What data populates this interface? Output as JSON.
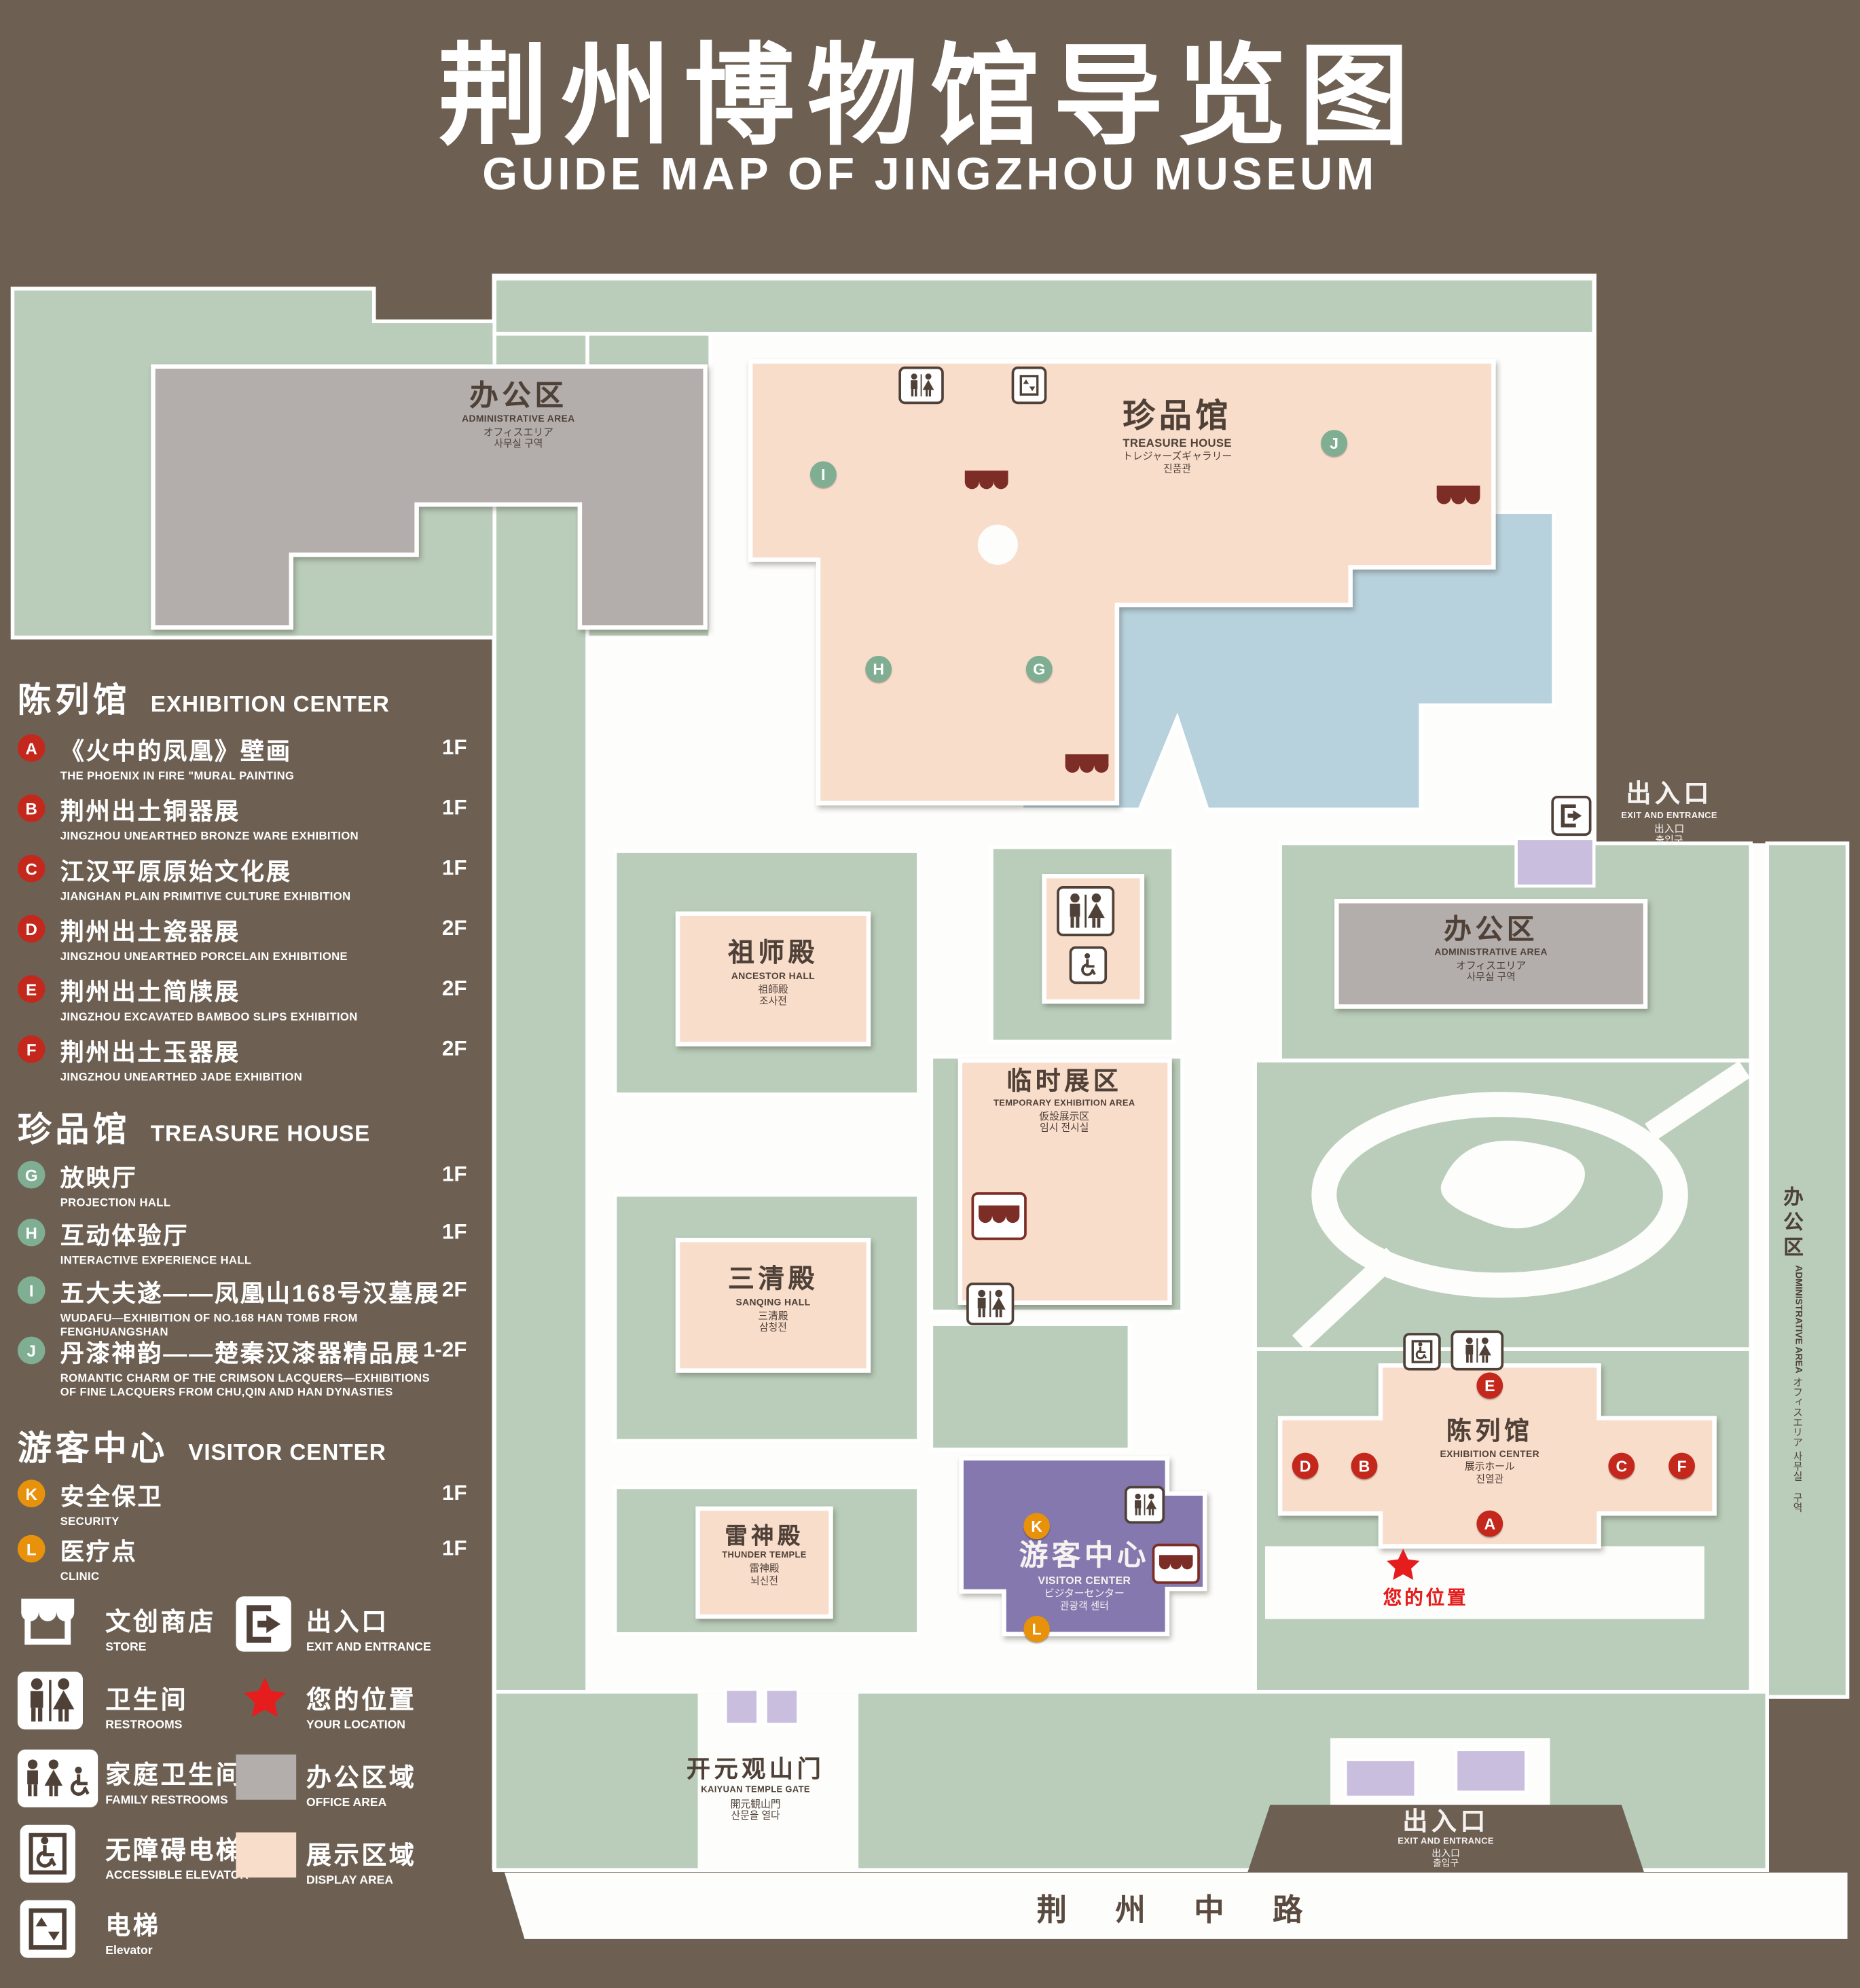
{
  "header": {
    "title": "荆州博物馆导览图",
    "subtitle": "GUIDE MAP OF JINGZHOU MUSEUM"
  },
  "legend": {
    "sections": [
      {
        "zh": "陈列馆",
        "en": "EXHIBITION CENTER",
        "items": [
          {
            "badge": "A",
            "zh": "《火中的凤凰》壁画",
            "en": "THE PHOENIX IN FIRE \"MURAL PAINTING",
            "floor": "1F"
          },
          {
            "badge": "B",
            "zh": "荆州出土铜器展",
            "en": "JINGZHOU UNEARTHED BRONZE WARE EXHIBITION",
            "floor": "1F"
          },
          {
            "badge": "C",
            "zh": "江汉平原原始文化展",
            "en": "JIANGHAN PLAIN PRIMITIVE CULTURE EXHIBITION",
            "floor": "1F"
          },
          {
            "badge": "D",
            "zh": "荆州出土瓷器展",
            "en": "JINGZHOU UNEARTHED PORCELAIN EXHIBITIONE",
            "floor": "2F"
          },
          {
            "badge": "E",
            "zh": "荆州出土简牍展",
            "en": "JINGZHOU EXCAVATED BAMBOO SLIPS EXHIBITION",
            "floor": "2F"
          },
          {
            "badge": "F",
            "zh": "荆州出土玉器展",
            "en": "JINGZHOU UNEARTHED JADE EXHIBITION",
            "floor": "2F"
          }
        ]
      },
      {
        "zh": "珍品馆",
        "en": "TREASURE HOUSE",
        "items": [
          {
            "badge": "G",
            "zh": "放映厅",
            "en": "PROJECTION HALL",
            "floor": "1F"
          },
          {
            "badge": "H",
            "zh": "互动体验厅",
            "en": "INTERACTIVE EXPERIENCE HALL",
            "floor": "1F"
          },
          {
            "badge": "I",
            "zh": "五大夫遂——凤凰山168号汉墓展",
            "en": "WUDAFU—EXHIBITION OF NO.168 HAN TOMB FROM FENGHUANGSHAN",
            "floor": "2F"
          },
          {
            "badge": "J",
            "zh": "丹漆神韵——楚秦汉漆器精品展",
            "en": "ROMANTIC CHARM OF THE CRIMSON LACQUERS—EXHIBITIONS OF FINE LACQUERS FROM CHU,QIN AND HAN DYNASTIES",
            "floor": "1-2F"
          }
        ]
      },
      {
        "zh": "游客中心",
        "en": "VISITOR CENTER",
        "items": [
          {
            "badge": "K",
            "zh": "安全保卫",
            "en": "SECURITY",
            "floor": "1F"
          },
          {
            "badge": "L",
            "zh": "医疗点",
            "en": "CLINIC",
            "floor": "1F"
          }
        ]
      }
    ],
    "symbols": [
      {
        "zh": "文创商店",
        "en": "STORE"
      },
      {
        "zh": "出入口",
        "en": "EXIT AND ENTRANCE"
      },
      {
        "zh": "卫生间",
        "en": "RESTROOMS"
      },
      {
        "zh": "您的位置",
        "en": "YOUR LOCATION"
      },
      {
        "zh": "家庭卫生间",
        "en": "FAMILY RESTROOMS"
      },
      {
        "zh": "办公区域",
        "en": "OFFICE AREA"
      },
      {
        "zh": "无障碍电梯",
        "en": "ACCESSIBLE ELEVATOR"
      },
      {
        "zh": "展示区域",
        "en": "DISPLAY AREA"
      },
      {
        "zh": "电梯",
        "en": "Elevator"
      }
    ]
  },
  "map": {
    "admin_top": {
      "zh": "办公区",
      "en": "ADMINISTRATIVE AREA",
      "ja": "オフィスエリア",
      "ko": "사무실 구역"
    },
    "treasure_house": {
      "zh": "珍品馆",
      "en": "TREASURE HOUSE",
      "ja": "トレジャーズギャラリー",
      "ko": "진품관"
    },
    "ancestor_hall": {
      "zh": "祖师殿",
      "en": "ANCESTOR HALL",
      "ja": "祖師殿",
      "ko": "조사전"
    },
    "temporary_area": {
      "zh": "临时展区",
      "en": "TEMPORARY EXHIBITION AREA",
      "ja": "仮設展示区",
      "ko": "임시 전시실"
    },
    "sanqing_hall": {
      "zh": "三清殿",
      "en": "SANQING HALL",
      "ja": "三清殿",
      "ko": "삼청전"
    },
    "thunder_temple": {
      "zh": "雷神殿",
      "en": "THUNDER TEMPLE",
      "ja": "雷神殿",
      "ko": "뇌신전"
    },
    "visitor_center": {
      "zh": "游客中心",
      "en": "VISITOR CENTER",
      "ja": "ビジターセンター",
      "ko": "관광객 센터"
    },
    "exhibition_center": {
      "zh": "陈列馆",
      "en": "EXHIBITION CENTER",
      "ja": "展示ホール",
      "ko": "진열관"
    },
    "admin_right": {
      "zh": "办公区",
      "en": "ADMINISTRATIVE AREA",
      "ja": "オフィスエリア",
      "ko": "사무실 구역"
    },
    "admin_strip": {
      "zh": "办公区",
      "en": "ADMINISTRATIVE AREA",
      "ja": "オフィスエリア",
      "ko": "사무실 구역"
    },
    "exit_right": {
      "zh": "出入口",
      "en": "EXIT AND ENTRANCE",
      "ja": "出入口",
      "ko": "출입구"
    },
    "exit_bottom": {
      "zh": "出入口",
      "en": "EXIT AND ENTRANCE",
      "ja": "出入口",
      "ko": "출입구"
    },
    "gate": {
      "zh": "开元观山门",
      "en": "KAIYUAN TEMPLE GATE",
      "ja": "開元観山門",
      "ko": "산문을 열다"
    },
    "road": "荆 州 中 路",
    "your_location": "您的位置",
    "markers": {
      "a": "A",
      "b": "B",
      "c": "C",
      "d": "D",
      "e": "E",
      "f": "F",
      "g": "G",
      "h": "H",
      "i": "I",
      "j": "J",
      "k": "K",
      "l": "L"
    }
  },
  "colors": {
    "background": "#6d6053",
    "grounds_green": "#b9cdba",
    "display_area": "#f9ddcb",
    "office_area": "#b3aeab",
    "lake": "#b7d2dd",
    "visitor_center": "#8478ae",
    "entrance_block": "#c9bedd",
    "badge_red": "#c4281c",
    "badge_green": "#7fae93",
    "badge_orange": "#e8920c",
    "location_red": "#e51d1d"
  }
}
